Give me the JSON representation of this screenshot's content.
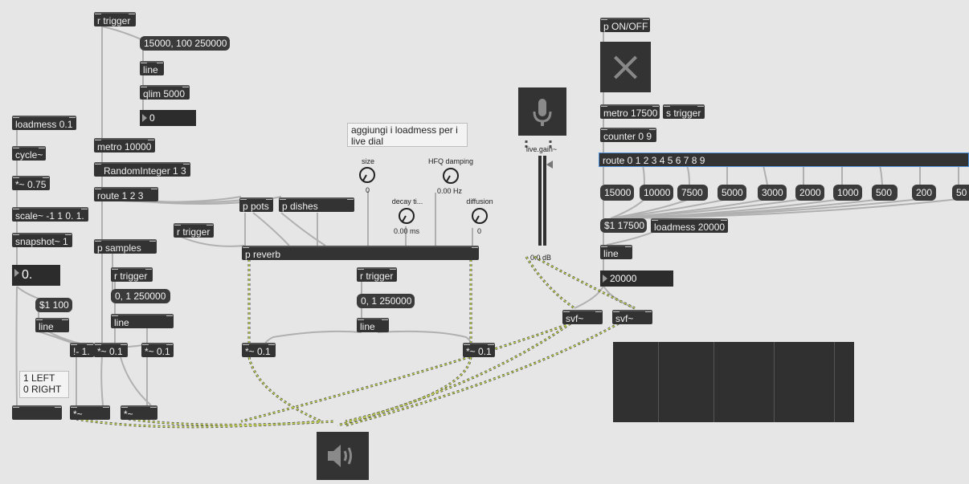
{
  "objects": {
    "r_trigger_top": "r trigger",
    "range_msg": "15000, 100 250000",
    "line_top": "line",
    "qlim": "qlim 5000",
    "num_top": "0",
    "loadmess_01": "loadmess 0.1",
    "cycle": "cycle~",
    "mul_075": "*~ 0.75",
    "scale": "scale~ -1 1 0. 1.",
    "snapshot": "snapshot~ 1",
    "num_left": "0.",
    "msg_100": "$1 100",
    "line_left": "line",
    "minus_1": "!- 1.",
    "metro_10000": "metro 10000",
    "random_integer": "RandomInteger 1 3",
    "route_123": "route 1 2 3",
    "p_samples": "p samples",
    "p_pots": "p pots",
    "p_dishes": "p dishes",
    "r_trigger_mid": "r trigger",
    "r_trigger_a": "r trigger",
    "msg_01_250000_a": "0, 1 250000",
    "line_a": "line",
    "mul_01_a": "*~ 0.1",
    "mul_01_b": "*~ 0.1",
    "p_reverb": "p reverb",
    "r_trigger_b": "r trigger",
    "msg_01_250000_b": "0, 1 250000",
    "line_b": "line",
    "mul_01_c": "*~ 0.1",
    "mul_01_d": "*~ 0.1",
    "dac_mul_left": "*~",
    "dac_mul_right": "*~",
    "p_onoff": "p ON/OFF",
    "metro_17500": "metro 17500",
    "s_trigger": "s trigger",
    "counter": "counter 0 9",
    "route_0_9": "route 0 1 2 3 4 5 6 7 8 9",
    "msg_17500": "$1 17500",
    "loadmess_20000": "loadmess 20000",
    "line_right": "line",
    "num_right": "20000",
    "svf_left": "svf~",
    "svf_right": "svf~"
  },
  "freq_messages": [
    "15000",
    "10000",
    "7500",
    "5000",
    "3000",
    "2000",
    "1000",
    "500",
    "200",
    "50"
  ],
  "comment_loadmess": "aggiungi i loadmess per i live dial",
  "comment_lr": [
    "1 LEFT",
    "0 RIGHT"
  ],
  "dials": {
    "size": {
      "label": "size",
      "value": "0"
    },
    "decay": {
      "label": "decay ti...",
      "value": "0.00 ms"
    },
    "hfq": {
      "label": "HFQ damping",
      "value": "0.00 Hz"
    },
    "diffusion": {
      "label": "diffusion",
      "value": "0"
    }
  },
  "live_gain": {
    "label": "live.gain~",
    "value": "0.0 dB"
  },
  "icons": {
    "toggle": "x-toggle-icon",
    "adc": "microphone-icon",
    "dac": "speaker-icon"
  },
  "colors": {
    "canvas": "#e6e6e6",
    "object": "#333333",
    "signal_patch": "#c8d94a",
    "control_patch": "#a8a8a8",
    "selection": "#4a90d9"
  }
}
